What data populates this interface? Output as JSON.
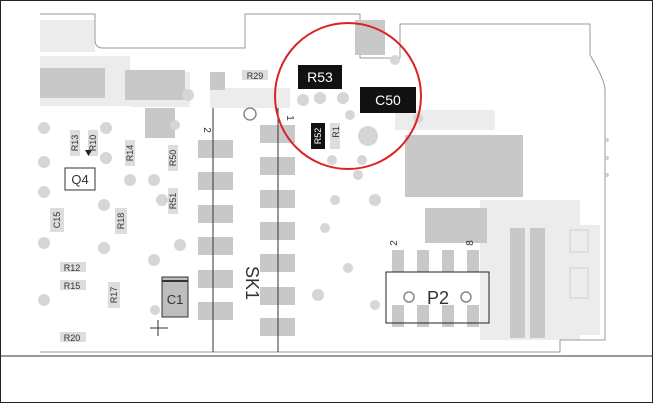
{
  "labels": {
    "r53": "R53",
    "c50": "C50",
    "r29": "R29",
    "r52": "R52",
    "r1": "R1",
    "r13": "R13",
    "r10": "R10",
    "r14": "R14",
    "r50": "R50",
    "q4": "Q4",
    "r51": "R51",
    "c15": "C15",
    "r18": "R18",
    "r12": "R12",
    "r15": "R15",
    "r17": "R17",
    "c1": "C1",
    "r20": "R20",
    "sk1": "SK1",
    "p2": "P2",
    "pin_2_left": "2",
    "pin_1": "1",
    "pin_2_p2": "2",
    "pin_8_p2": "8"
  },
  "colors": {
    "pad": "#c8c8c8",
    "pad_dark": "#bdbdbd",
    "highlight_part": "#111111",
    "circle": "#dd2222",
    "board_outline": "#9a9a9a",
    "trace": "#e9e9e9"
  }
}
